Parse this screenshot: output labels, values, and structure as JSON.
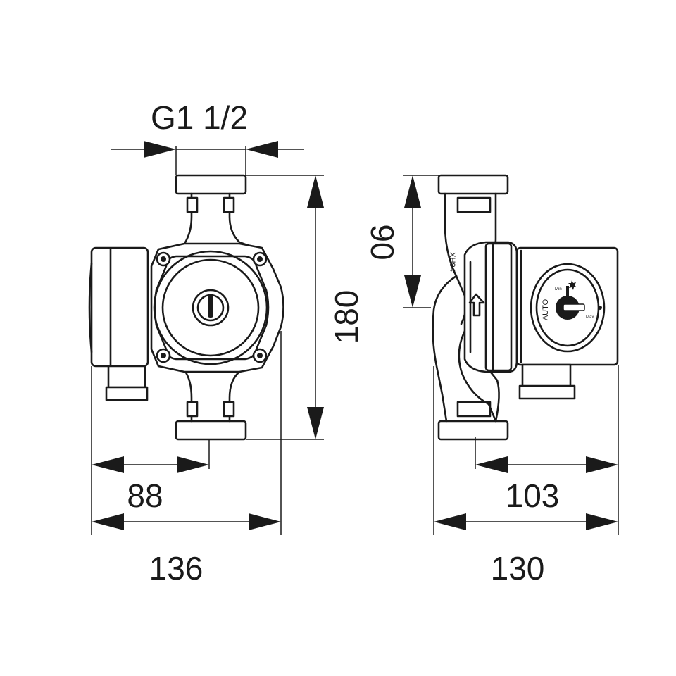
{
  "dimensions": {
    "thread": "G1 1/2",
    "height_total": "180",
    "height_inlet": "90",
    "width_front_partial": "88",
    "width_front_total": "136",
    "depth_side_partial": "103",
    "depth_side_total": "130"
  },
  "pump_labels": {
    "model": "XH94",
    "mode_auto": "AUTO",
    "speed_min": "Min",
    "speed_max": "Max"
  },
  "colors": {
    "line": "#1a1a1a",
    "background": "#ffffff"
  }
}
